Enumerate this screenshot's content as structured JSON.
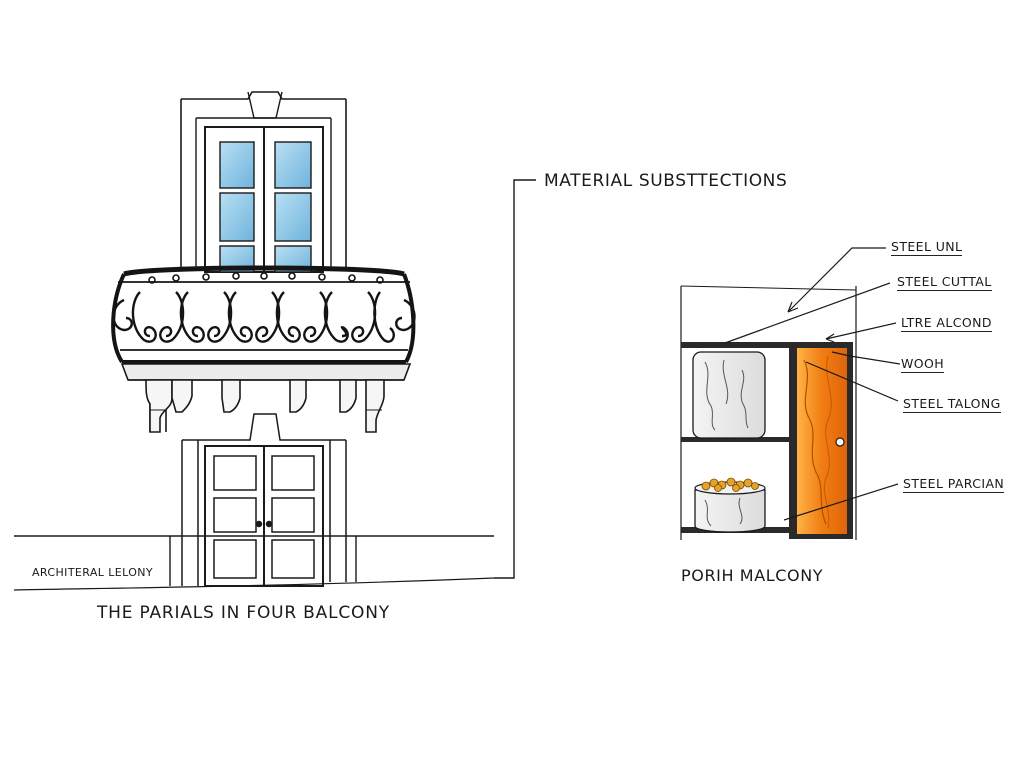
{
  "main_title": "THE PARIALS IN FOUR BALCONY",
  "elevation_label": "ARCHITERAL LELONY",
  "material_title": "MATERIAL SUBSTTECTIONS",
  "porch_title": "PORIH MALCONY",
  "callouts": [
    "STEEL UNL",
    "STEEL CUTTAL",
    "LTRE ALCOND",
    "WOOH",
    "STEEL TALONG",
    "STEEL PARCIAN"
  ],
  "colors": {
    "ink": "#1a1a1a",
    "glass": "#8fc7e6",
    "wood_panel": "#f08a1c",
    "fill_pellets": "#e6a32a"
  }
}
